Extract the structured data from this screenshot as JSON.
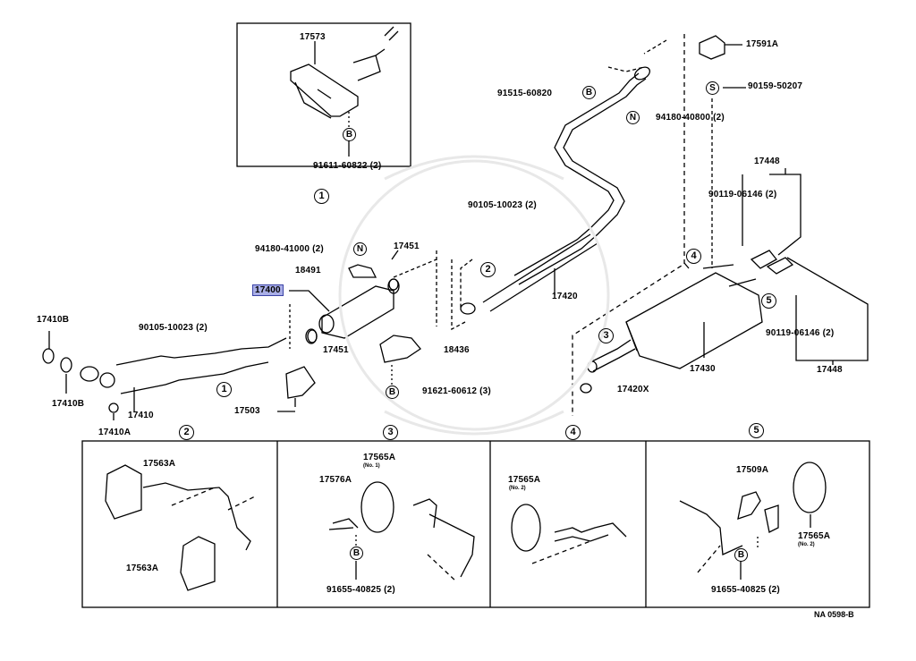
{
  "diagram": {
    "code": "NA 0598-B",
    "highlight_color": "#a9aee6",
    "highlighted_part": "17400",
    "main_parts": {
      "p17573": "17573",
      "p91611": "91611-60822 (2)",
      "p17591A": "17591A",
      "p91515": "91515-60820",
      "p90159": "90159-50207",
      "p94180_40800": "94180-40800 (2)",
      "p17448_top": "17448",
      "p90119_top": "90119-06146 (2)",
      "p90105_mid": "90105-10023 (2)",
      "p94180_41000": "94180-41000 (2)",
      "p17451_top": "17451",
      "p18491": "18491",
      "p17400": "17400",
      "p17420": "17420",
      "p17410B_top": "17410B",
      "p90105_left": "90105-10023 (2)",
      "p17451_bot": "17451",
      "p18436": "18436",
      "p91621": "91621-60612 (3)",
      "p17410B_bot": "17410B",
      "p17410": "17410",
      "p17410A": "17410A",
      "p17503": "17503",
      "p17430": "17430",
      "p17420X": "17420X",
      "p90119_bot": "90119-06146 (2)",
      "p17448_bot": "17448"
    },
    "symbols": {
      "B": "B",
      "N": "N",
      "S": "S"
    },
    "callouts": [
      "1",
      "2",
      "3",
      "4",
      "5"
    ],
    "detail_panels": [
      {
        "number": "2",
        "parts": [
          "17563A",
          "17563A"
        ]
      },
      {
        "number": "3",
        "parts": [
          "17565A",
          "(No. 1)",
          "17576A",
          "91655-40825 (2)"
        ]
      },
      {
        "number": "4",
        "parts": [
          "17565A",
          "(No. 2)"
        ]
      },
      {
        "number": "5",
        "parts": [
          "17509A",
          "17565A",
          "(No. 2)",
          "91655-40825 (2)"
        ]
      }
    ]
  }
}
